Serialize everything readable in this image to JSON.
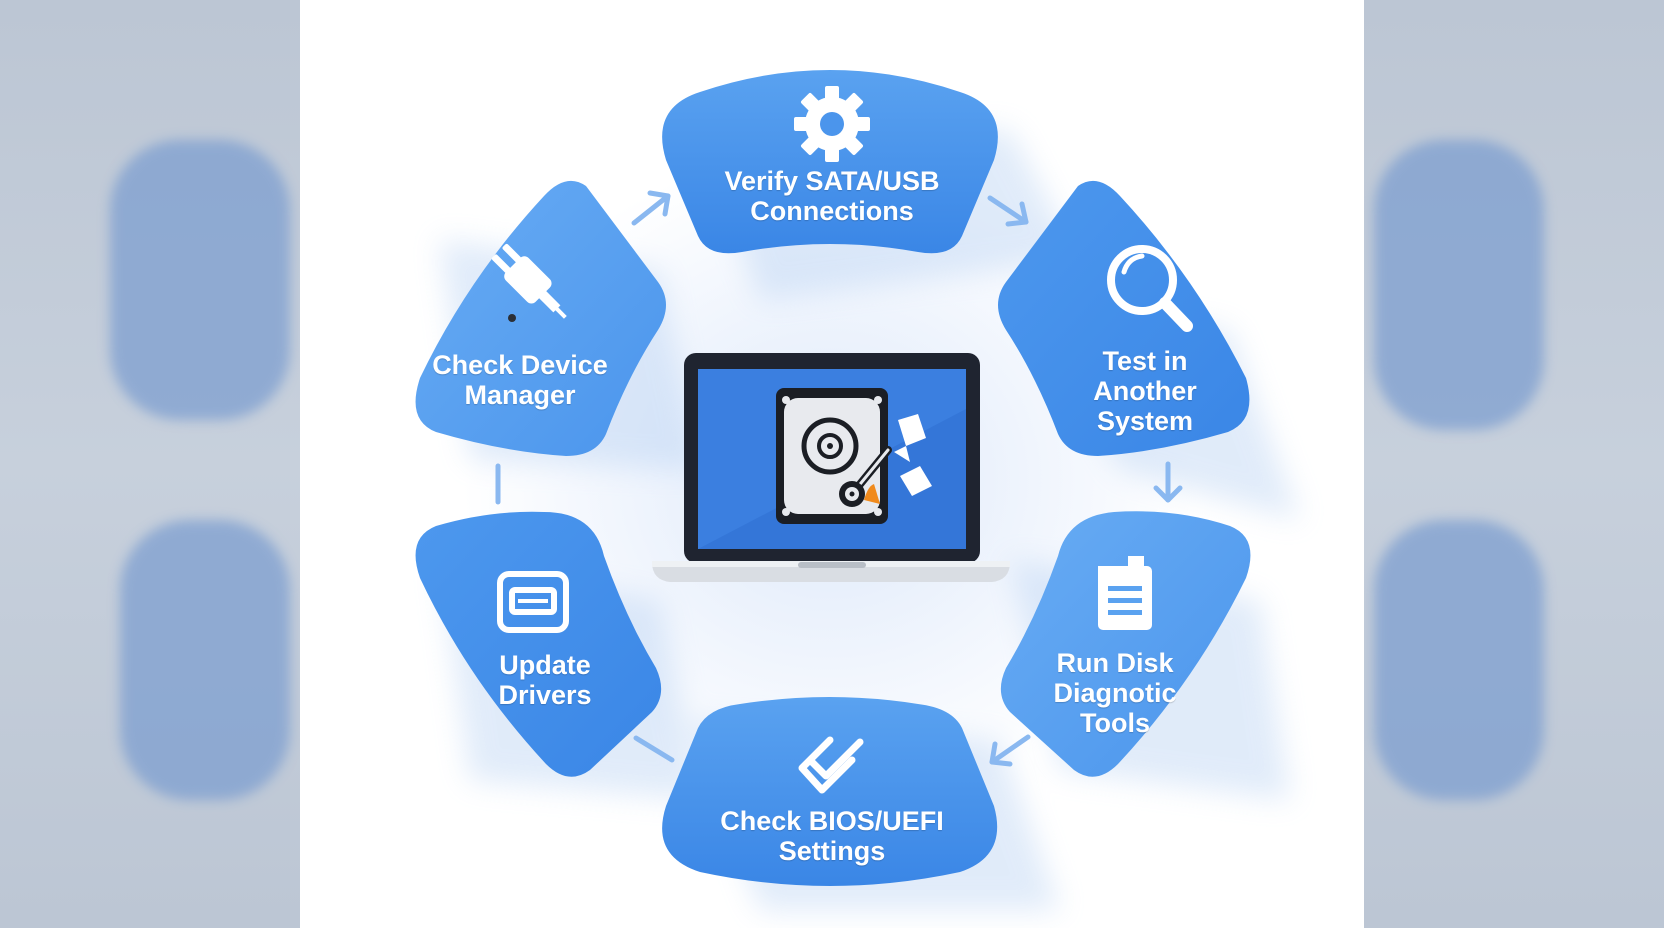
{
  "diagram": {
    "steps": [
      {
        "label": "Verify SATA/USB\nConnections",
        "icon": "gear-icon"
      },
      {
        "label": "Test in\nAnother\nSystem",
        "icon": "magnifier-icon"
      },
      {
        "label": "Run Disk\nDiagnotic\nTools",
        "icon": "document-icon"
      },
      {
        "label": "Check BIOS/UEFI\nSettings",
        "icon": "checkmark-icon"
      },
      {
        "label": "Update\nDrivers",
        "icon": "window-icon"
      },
      {
        "label": "Check Device\nManager",
        "icon": "plug-icon"
      }
    ],
    "center_icon": "laptop-hard-drive-icon",
    "colors": {
      "node_blue": "#3d8ce8",
      "node_blue_light": "#5aa2f0",
      "arrow_blue": "#8ab8f0",
      "screen_blue": "#3b7fe0",
      "background": "#ffffff"
    }
  }
}
